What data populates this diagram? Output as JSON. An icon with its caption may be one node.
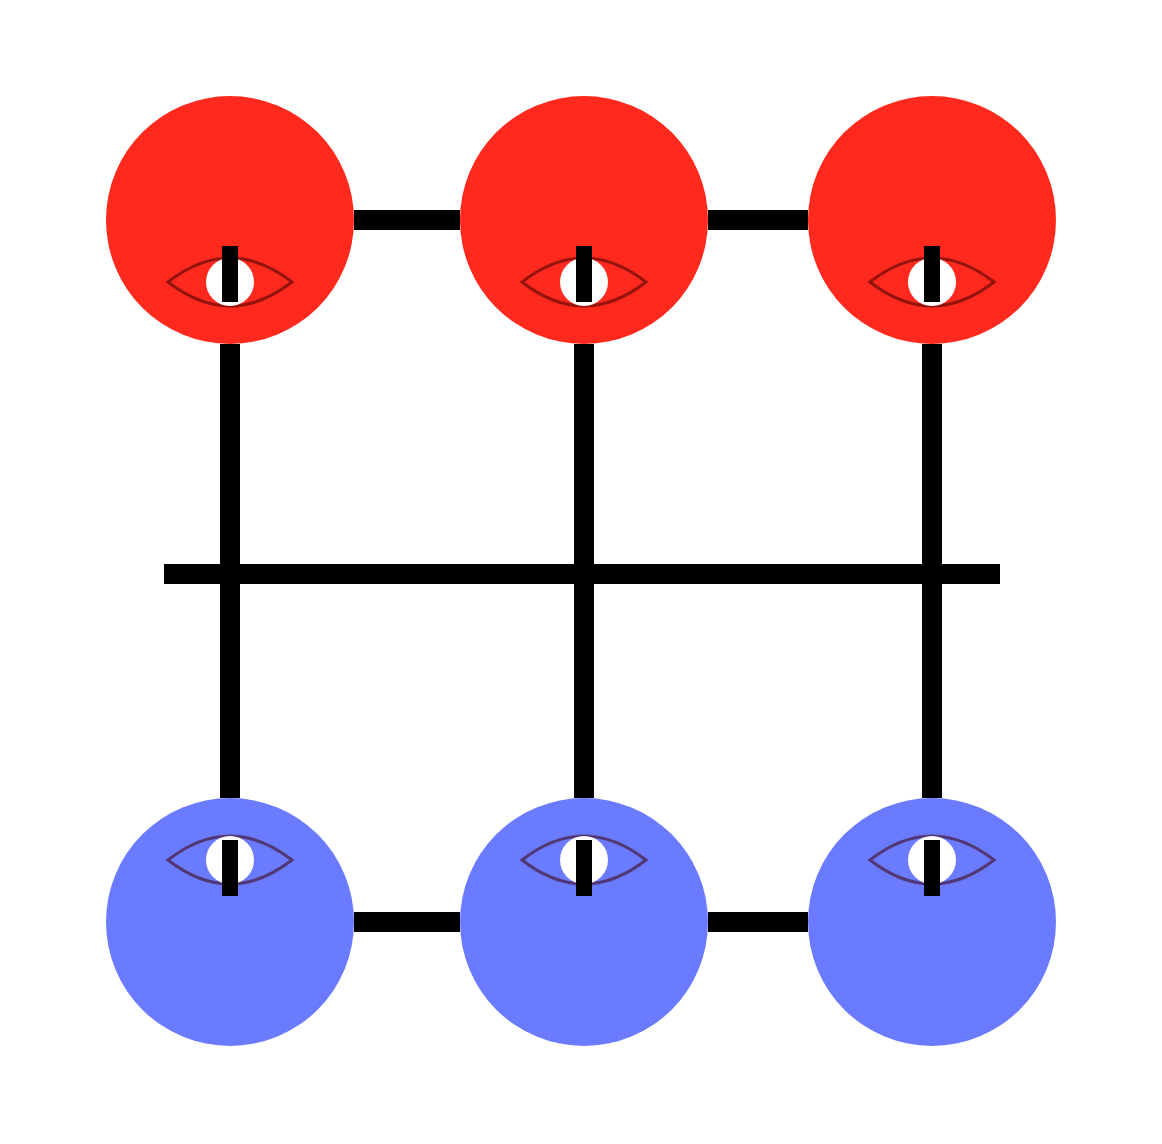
{
  "diagram": {
    "nodes": [
      {
        "text": [],
        "shape": "circle"
      },
      {
        "text": [],
        "shape": "circle"
      },
      {
        "text": [],
        "shape": "circle"
      },
      {
        "text": [],
        "shape": "circle"
      },
      {
        "text": [],
        "shape": "circle"
      },
      {
        "text": [],
        "shape": "circle"
      }
    ],
    "edges": [
      {
        "from": 0,
        "to": 1,
        "arrow": "none"
      },
      {
        "from": 1,
        "to": 2,
        "arrow": "none"
      },
      {
        "from": 0,
        "to": 3,
        "arrow": "none"
      },
      {
        "from": 1,
        "to": 4,
        "arrow": "none"
      },
      {
        "from": 2,
        "to": 5,
        "arrow": "none"
      },
      {
        "from": 3,
        "to": 4,
        "arrow": "none"
      },
      {
        "from": 4,
        "to": 5,
        "arrow": "none"
      }
    ]
  }
}
